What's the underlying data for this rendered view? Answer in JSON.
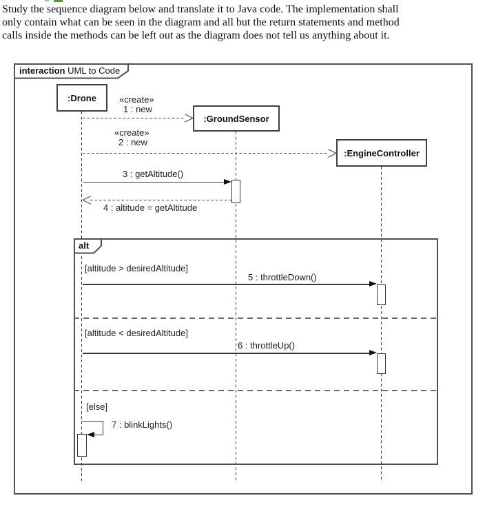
{
  "instructions": {
    "lines": [
      "Study the sequence diagram below and translate it to Java code. The implementation shall",
      "only contain what can be seen in the diagram and all but the return statements and method",
      "calls inside the methods can be left out as the diagram does not tell us anything about it."
    ]
  },
  "frame": {
    "operator": "interaction",
    "name": "UML to Code"
  },
  "lifelines": [
    {
      "label": ":Drone"
    },
    {
      "label": ":GroundSensor"
    },
    {
      "label": ":EngineController"
    }
  ],
  "messages": [
    {
      "stereotype": "«create»",
      "label": "1 : new",
      "type": "create"
    },
    {
      "stereotype": "«create»",
      "label": "2 : new",
      "type": "create"
    },
    {
      "label": "3 : getAltitude()",
      "type": "sync-call"
    },
    {
      "label": "4 : altitude = getAltitude",
      "type": "return"
    },
    {
      "label": "5 : throttleDown()",
      "type": "sync-call"
    },
    {
      "label": "6 : throttleUp()",
      "type": "sync-call"
    },
    {
      "label": "7 : blinkLights()",
      "type": "self-call"
    }
  ],
  "alt_fragment": {
    "operator": "alt",
    "guards": [
      "[altitude > desiredAltitude]",
      "[altitude < desiredAltitude]",
      "[else]"
    ]
  },
  "colors": {
    "background": "#ffffff",
    "line": "#333333",
    "frame_border": "#4f4f4f",
    "text": "#111111",
    "annotation_green": "#49a32b"
  }
}
